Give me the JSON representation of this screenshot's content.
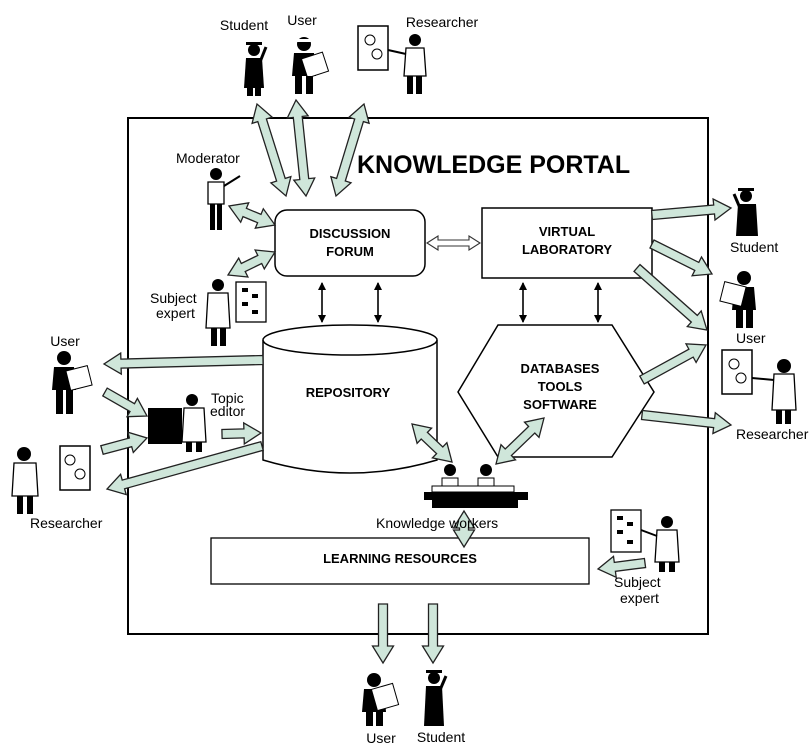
{
  "title": "KNOWLEDGE PORTAL",
  "nodes": {
    "discussion_forum": [
      "DISCUSSION",
      "FORUM"
    ],
    "virtual_laboratory": [
      "VIRTUAL",
      "LABORATORY"
    ],
    "repository": "REPOSITORY",
    "databases": [
      "DATABASES",
      "TOOLS",
      "SOFTWARE"
    ],
    "learning_resources": "LEARNING RESOURCES",
    "knowledge_workers": "Knowledge workers"
  },
  "actors": {
    "top_student": "Student",
    "top_user": "User",
    "top_researcher": "Researcher",
    "moderator": "Moderator",
    "subject_expert_left": [
      "Subject",
      "expert"
    ],
    "left_user": "User",
    "topic_editor": [
      "Topic",
      "editor"
    ],
    "left_researcher": "Researcher",
    "right_student": "Student",
    "right_user": "User",
    "right_researcher": "Researcher",
    "subject_expert_right": [
      "Subject",
      "expert"
    ],
    "bottom_user": "User",
    "bottom_student": "Student"
  },
  "colors": {
    "arrow_fill": "#cfe6da",
    "stroke": "#000000"
  }
}
